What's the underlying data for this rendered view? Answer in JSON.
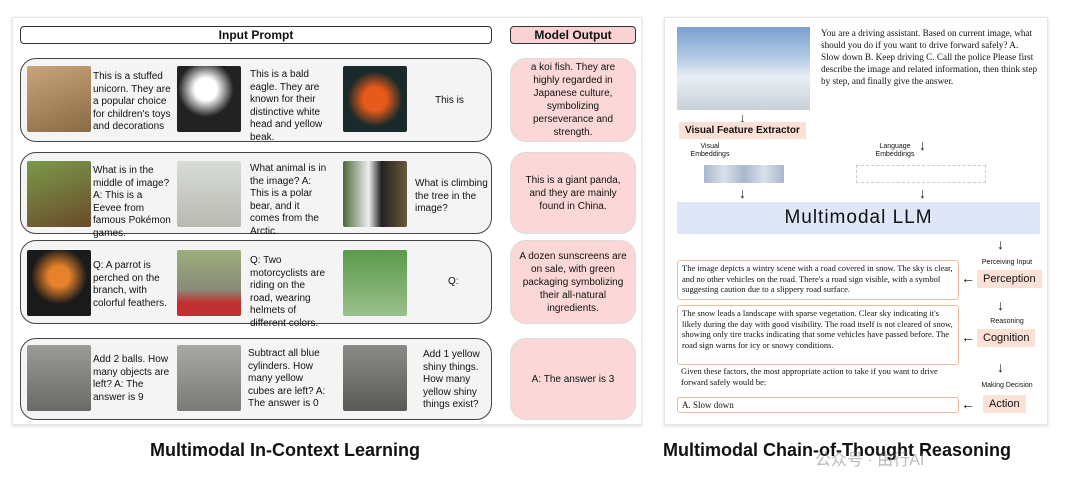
{
  "left": {
    "header_input": "Input Prompt",
    "header_output": "Model Output",
    "rows": [
      {
        "prompts": [
          "This is a stuffed unicorn. They are a popular choice for children's toys and decorations",
          "This is a bald eagle. They are known for their distinctive white head and yellow beak.",
          "This is"
        ],
        "output": "a koi fish. They are highly regarded in Japanese culture, symbolizing perseverance and strength."
      },
      {
        "prompts": [
          "What is in the middle of image? A: This is a Eevee from famous Pokémon games.",
          "What animal is in the image? A: This is a polar bear, and it comes from the Arctic.",
          "What is climbing the tree in the image?"
        ],
        "output": "This is a giant panda, and they are mainly found in China."
      },
      {
        "prompts": [
          "Q: A parrot is perched on the branch, with colorful feathers.",
          "Q: Two motorcyclists are riding on the road, wearing helmets of different colors.",
          "Q:"
        ],
        "output": "A dozen sunscreens are on sale, with green packaging symbolizing their all-natural ingredients."
      },
      {
        "prompts": [
          "Add 2 balls. How many objects are left? A: The answer is 9",
          "Subtract all blue cylinders. How many yellow cubes are left? A: The answer is 0",
          "Add 1 yellow shiny things. How many yellow shiny things exist?"
        ],
        "output": "A: The answer is 3"
      }
    ],
    "caption": "Multimodal In-Context Learning"
  },
  "right": {
    "question": "You are a driving assistant. Based on current image, what should you do if you want to drive forward safely? A. Slow down B. Keep driving C. Call the police Please first describe the image and related information, then think step by step, and finally give the answer.",
    "visual_extractor": "Visual Feature Extractor",
    "visual_embeddings": "Visual Embeddings",
    "language_embeddings": "Language Embeddings",
    "llm": "Multimodal LLM",
    "perceiving_input": "Perceiving Input",
    "perception": "Perception",
    "perception_text": "The image depicts a wintry scene with a road covered in snow. The sky is clear, and no other vehicles on the road. There's a road sign visible, with a symbol suggesting caution due to a slippery road surface.",
    "reasoning": "Reasoning",
    "cognition": "Cognition",
    "cognition_text": "The snow leads a landscape with sparse vegetation. Clear sky indicating it's likely during the day with good visibility. The road itself is not cleared of snow, showing only tire tracks indicating that some vehicles have passed before. The road sign warns for icy or snowy conditions.",
    "given_text": "Given these factors, the most appropriate action to take if you want to drive forward safely would be:",
    "making_decision": "Making Decision",
    "action": "Action",
    "answer": "A. Slow down",
    "caption": "Multimodal Chain-of-Thought Reasoning"
  },
  "watermark": "公众号 · 由行AI",
  "colors": {
    "output_pink": "#fbd7d7",
    "tag_peach": "#fbe0d6",
    "llm_blue": "#dfe6f7"
  }
}
